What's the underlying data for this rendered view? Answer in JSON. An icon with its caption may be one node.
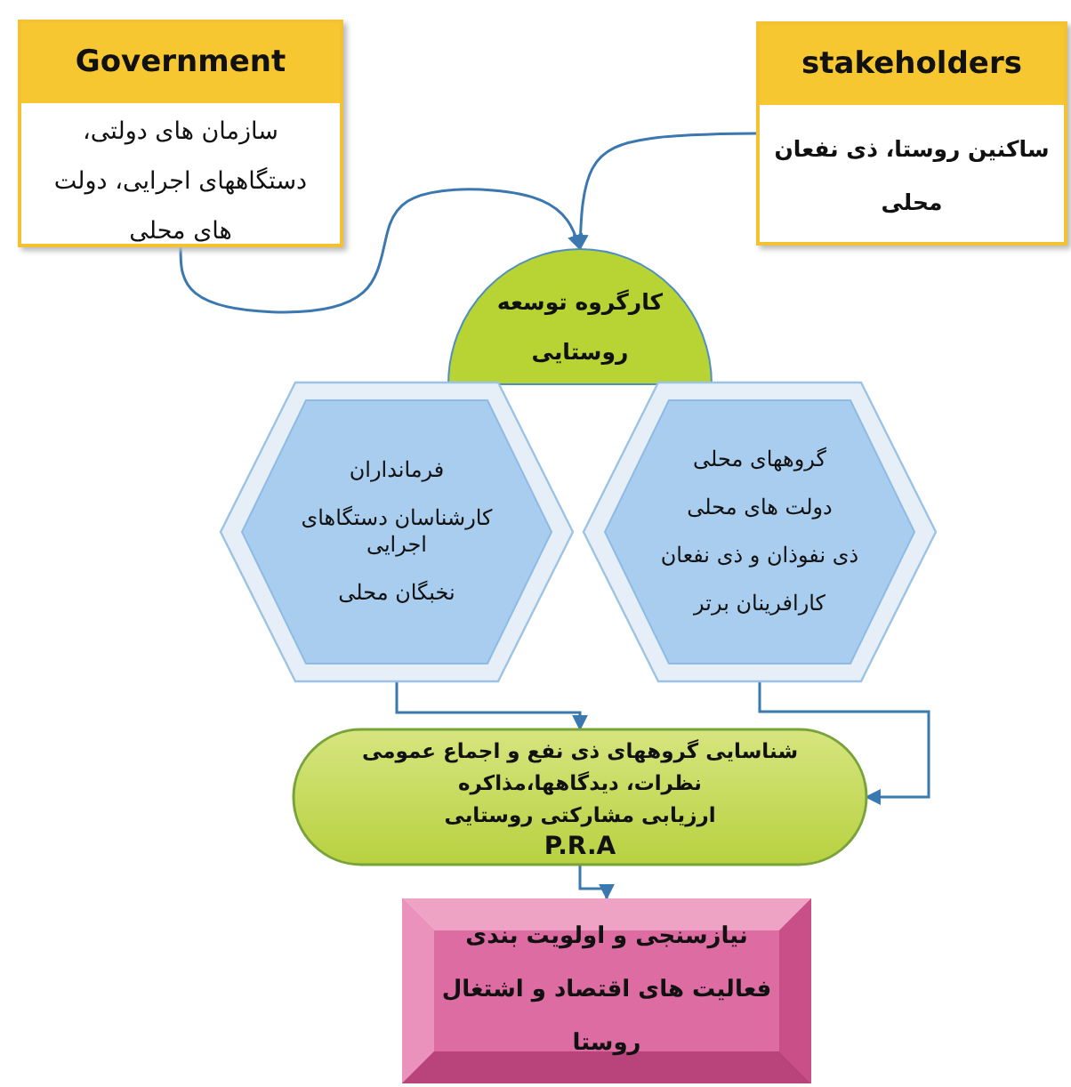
{
  "diagram": {
    "nodes": [
      {
        "text": [
          "Government",
          "سازمان های دولتی، دستگاههای اجرایی، دولت های محلی"
        ]
      },
      {
        "text": [
          "stakeholders",
          "ساکنین روستا، ذی نفعان محلی"
        ]
      },
      {
        "text": [
          "کارگروه توسعه روستایی"
        ]
      },
      {
        "text": [
          "فرمانداران",
          "کارشناسان دستگاهای اجرایی",
          "نخبگان محلی"
        ]
      },
      {
        "text": [
          "گروههای محلی",
          "دولت های محلی",
          "ذی نفوذان و ذی نفعان",
          "کارافرینان برتر"
        ]
      },
      {
        "text": [
          "شناسایی گروههای ذی نفع و اجماع عمومی",
          "نظرات، دیدگاهها،مذاکره",
          "ارزیابی مشارکتی روستایی",
          "P.R.A"
        ]
      },
      {
        "text": [
          "نیازسنجی و اولویت بندی فعالیت های اقتصاد و اشتغال روستا"
        ]
      }
    ],
    "edges": [
      {
        "from": 0,
        "to": 2,
        "arrow": "to"
      },
      {
        "from": 1,
        "to": 2,
        "arrow": "to"
      },
      {
        "from": 3,
        "to": 5,
        "arrow": "to"
      },
      {
        "from": 4,
        "to": 5,
        "arrow": "to"
      },
      {
        "from": 5,
        "to": 6,
        "arrow": "to"
      }
    ]
  }
}
